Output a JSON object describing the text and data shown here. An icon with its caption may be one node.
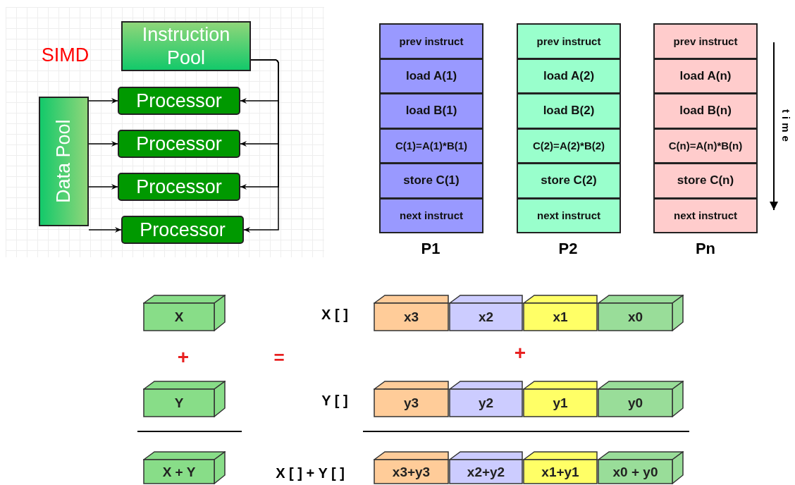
{
  "diagram": {
    "nodes": [
      {
        "text": [
          "Instruction Pool"
        ]
      },
      {
        "text": [
          "Data Pool"
        ]
      },
      {
        "text": [
          "Processor"
        ]
      },
      {
        "text": [
          "Processor"
        ]
      },
      {
        "text": [
          "Processor"
        ]
      },
      {
        "text": [
          "Processor"
        ]
      },
      {
        "text": [
          "prev instruct"
        ]
      },
      {
        "text": [
          "load A(1)"
        ]
      },
      {
        "text": [
          "load B(1)"
        ]
      },
      {
        "text": [
          "C(1)=A(1)*B(1)"
        ]
      },
      {
        "text": [
          "store C(1)"
        ]
      },
      {
        "text": [
          "next instruct"
        ]
      },
      {
        "text": [
          "prev instruct"
        ]
      },
      {
        "text": [
          "load A(2)"
        ]
      },
      {
        "text": [
          "load B(2)"
        ]
      },
      {
        "text": [
          "C(2)=A(2)*B(2)"
        ]
      },
      {
        "text": [
          "store C(2)"
        ]
      },
      {
        "text": [
          "next instruct"
        ]
      },
      {
        "text": [
          "prev instruct"
        ]
      },
      {
        "text": [
          "load A(n)"
        ]
      },
      {
        "text": [
          "load B(n)"
        ]
      },
      {
        "text": [
          "C(n)=A(n)*B(n)"
        ]
      },
      {
        "text": [
          "store C(n)"
        ]
      },
      {
        "text": [
          "next instruct"
        ]
      },
      {
        "text": [
          "X"
        ]
      },
      {
        "text": [
          "x3"
        ]
      },
      {
        "text": [
          "x2"
        ]
      },
      {
        "text": [
          "x1"
        ]
      },
      {
        "text": [
          "x0"
        ]
      },
      {
        "text": [
          "Y"
        ]
      },
      {
        "text": [
          "y3"
        ]
      },
      {
        "text": [
          "y2"
        ]
      },
      {
        "text": [
          "y1"
        ]
      },
      {
        "text": [
          "y0"
        ]
      },
      {
        "text": [
          "X + Y"
        ]
      },
      {
        "text": [
          "x3+y3"
        ]
      },
      {
        "text": [
          "x2+y2"
        ]
      },
      {
        "text": [
          "x1+y1"
        ]
      },
      {
        "text": [
          "x0 + y0"
        ]
      }
    ],
    "edges": [
      {
        "from": 1,
        "to": 2,
        "arrow": "to"
      },
      {
        "from": 1,
        "to": 3,
        "arrow": "to"
      },
      {
        "from": 1,
        "to": 4,
        "arrow": "to"
      },
      {
        "from": 1,
        "to": 5,
        "arrow": "to"
      },
      {
        "from": 0,
        "to": 2,
        "arrow": "to"
      },
      {
        "from": 0,
        "to": 3,
        "arrow": "to"
      },
      {
        "from": 0,
        "to": 4,
        "arrow": "to"
      },
      {
        "from": 0,
        "to": 5,
        "arrow": "to"
      }
    ],
    "labels": [
      "SIMD",
      "P1",
      "P2",
      "Pn",
      "time",
      "X [ ]",
      "+",
      "=",
      "+",
      "Y [ ]",
      "X [ ] + Y [ ]"
    ]
  }
}
